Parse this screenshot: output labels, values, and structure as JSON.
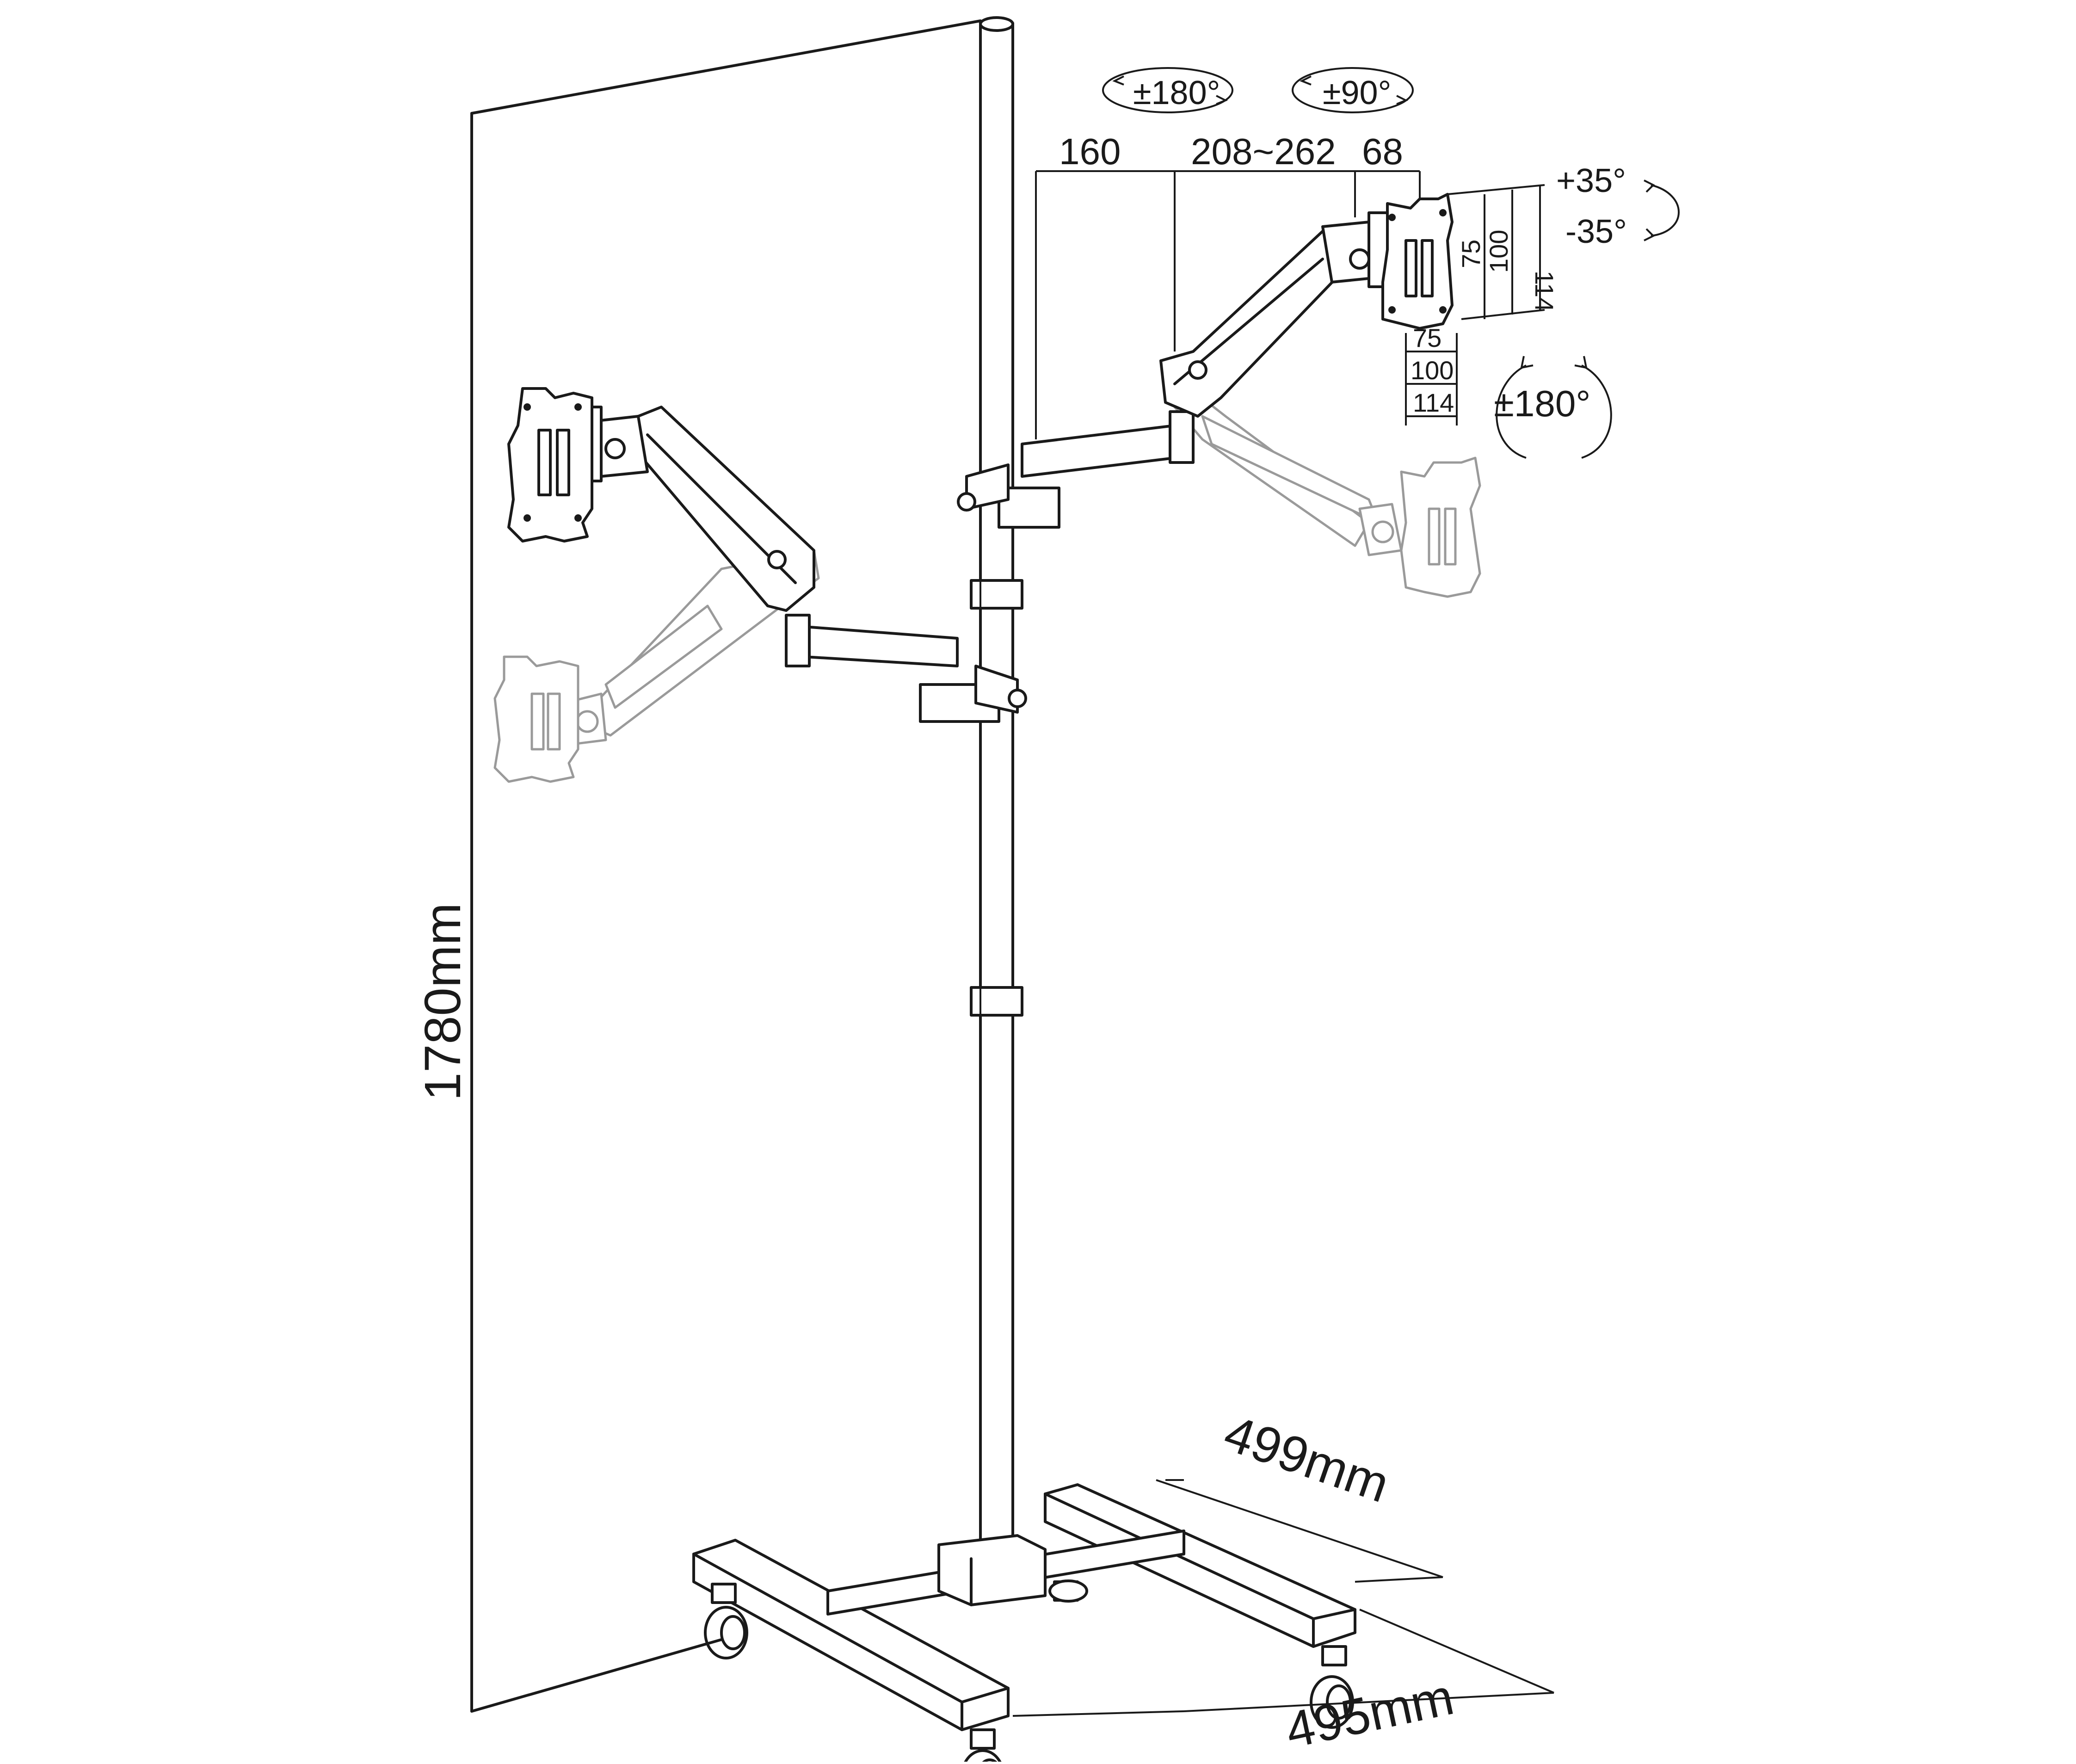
{
  "dimensions": {
    "height": "1780mm",
    "base_depth": "499mm",
    "base_width": "495mm",
    "arm_inner": "160",
    "arm_middle": "208~262",
    "arm_outer": "68"
  },
  "rotation": {
    "swivel": "±180°",
    "tilt_side": "±90°",
    "tilt_up": "+35°",
    "tilt_down": "-35°",
    "screen_rotation": "±180°"
  },
  "vesa": {
    "h_75": "75",
    "h_100": "100",
    "h_114": "114",
    "v_75": "75",
    "v_100": "100",
    "v_114": "114"
  },
  "colors": {
    "line": "#1a1a1a",
    "ghost": "#9a9a9a",
    "background": "#ffffff"
  }
}
